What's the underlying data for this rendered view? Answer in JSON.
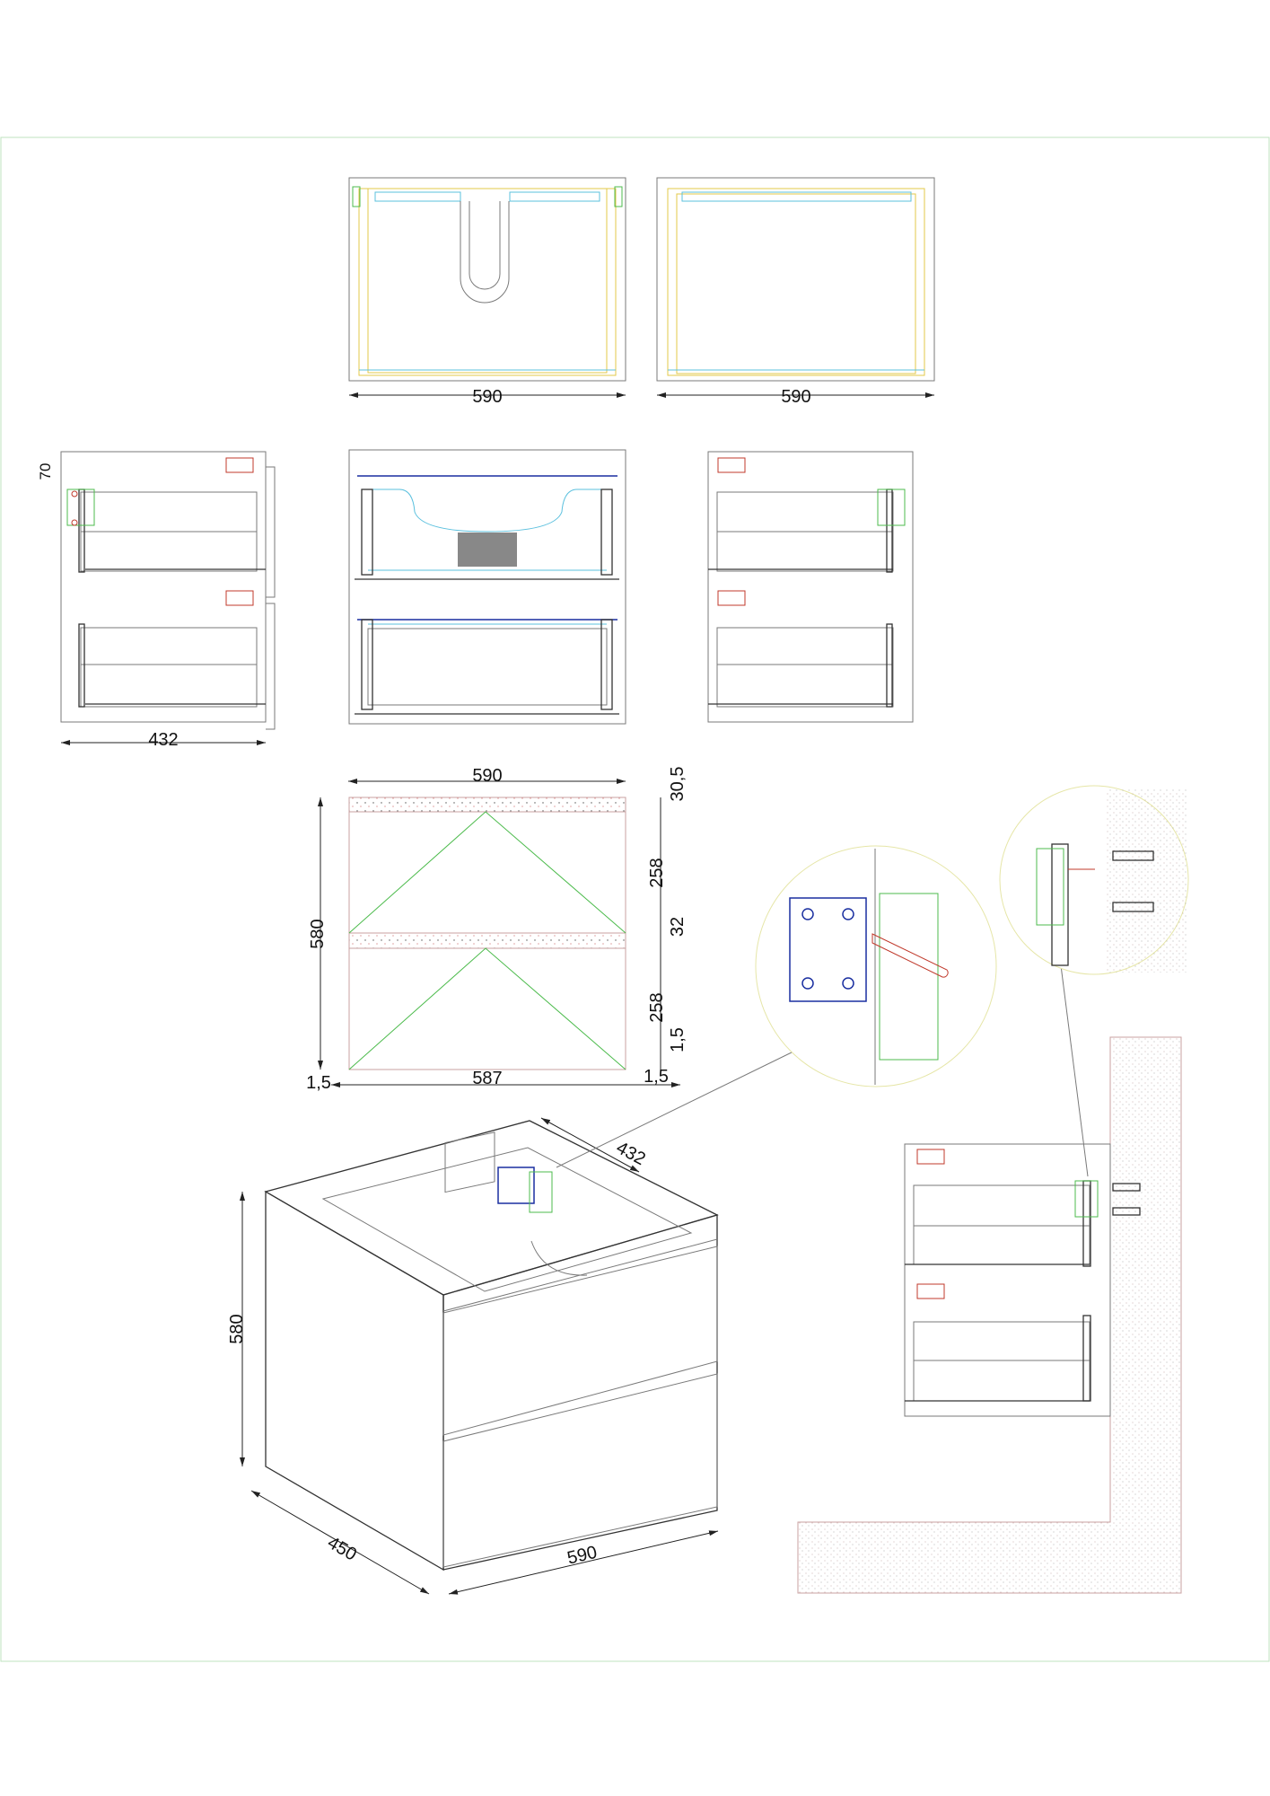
{
  "colors": {
    "border": "#bfe3bf",
    "accent_green": "#4cbb4c",
    "accent_red": "#c0392b",
    "accent_cyan": "#5bc0de"
  },
  "top_views": {
    "left_width": "590",
    "right_width": "590"
  },
  "side_views": {
    "left_depth": "432",
    "top_offset": "70"
  },
  "front_view": {
    "width": "590",
    "height": "580",
    "inner_width": "587",
    "top_strip": "30,5",
    "drawer1": "258",
    "gap": "32",
    "drawer2": "258",
    "bottom_gap": "1,5",
    "left_gap": "1,5",
    "right_gap": "1,5"
  },
  "iso_view": {
    "depth_top": "432",
    "height": "580",
    "depth": "450",
    "width": "590"
  }
}
